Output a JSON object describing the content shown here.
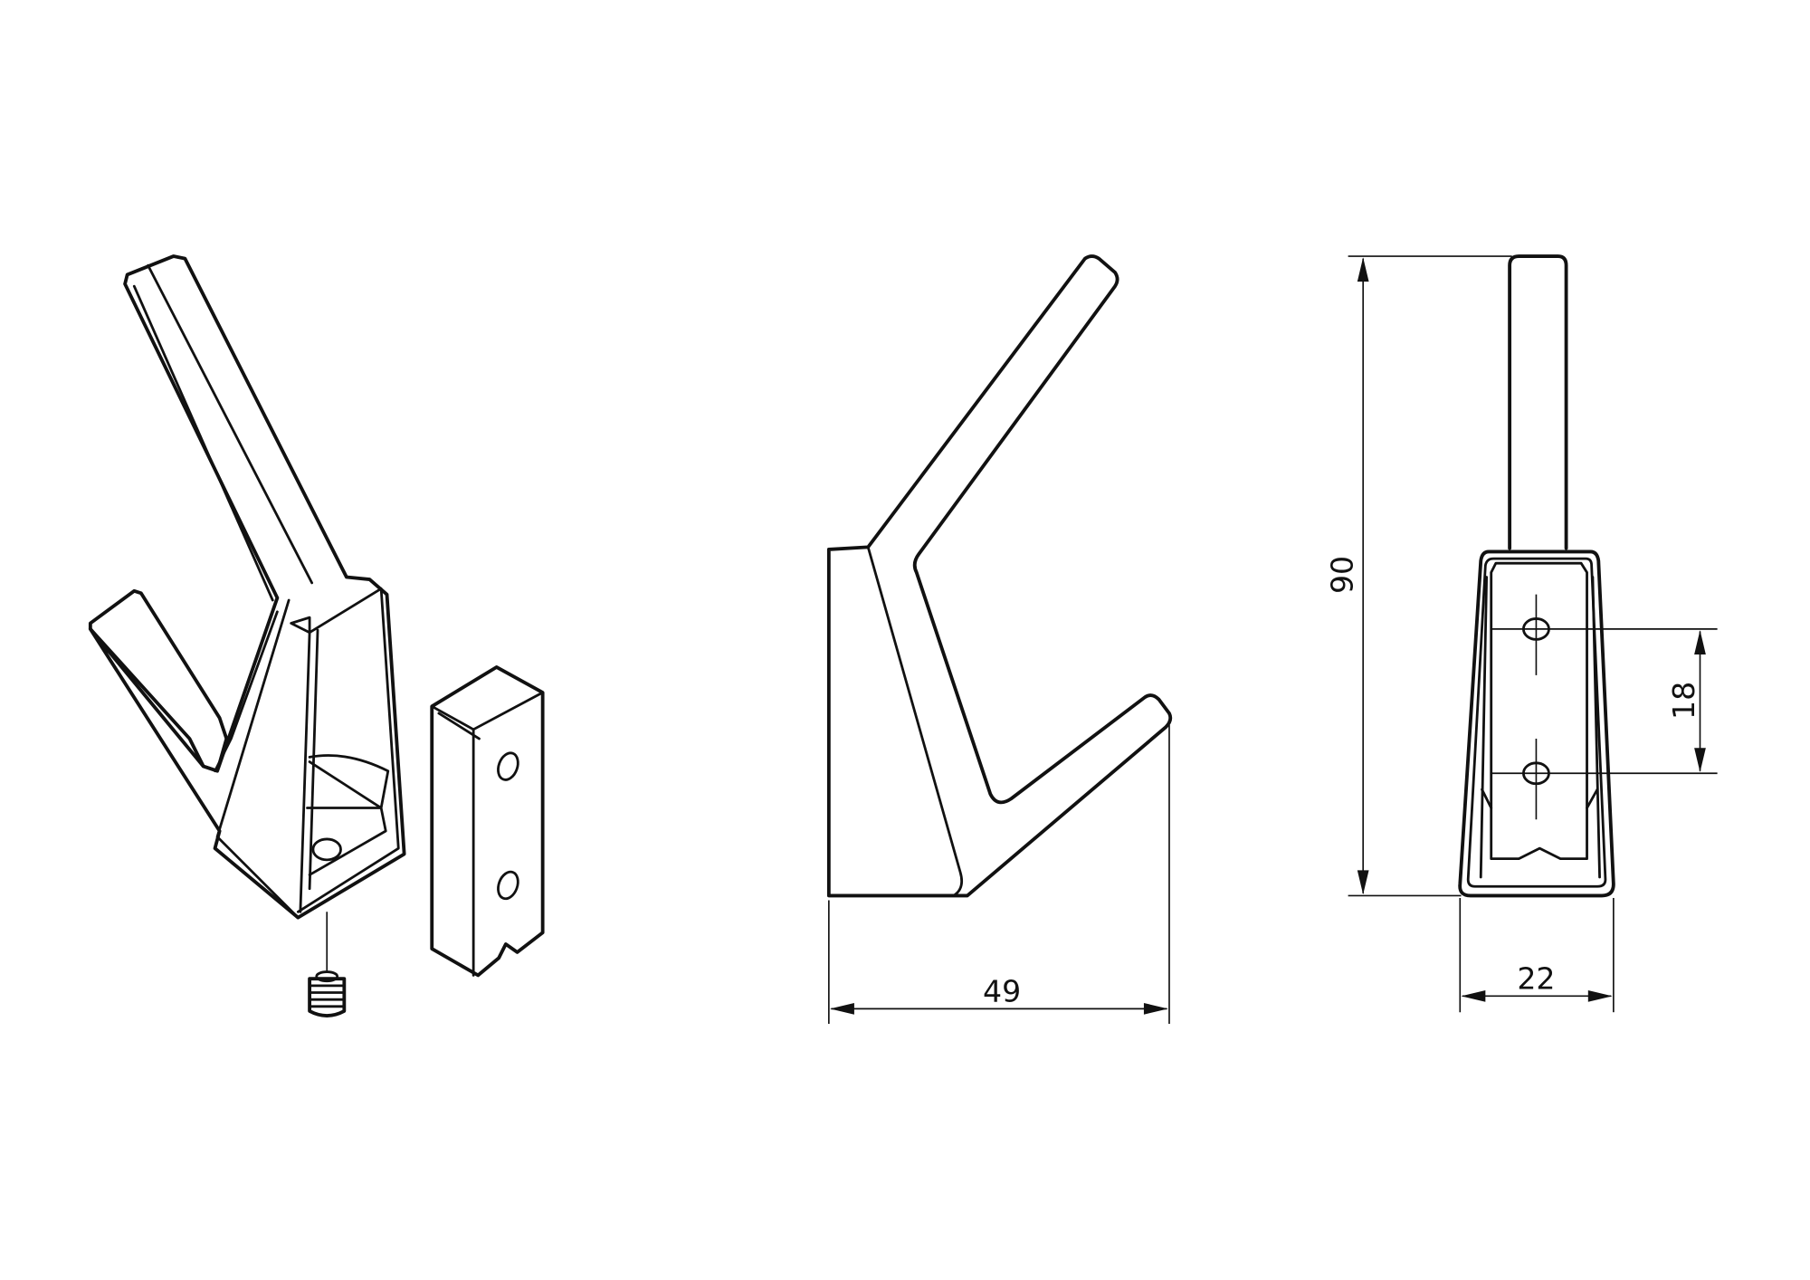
{
  "drawing": {
    "views": [
      "isometric-exploded",
      "side",
      "front"
    ],
    "dimensions": {
      "width_side": "49",
      "height": "90",
      "hole_spacing": "18",
      "width_front": "22"
    },
    "colors": {
      "line": "#111111",
      "background": "#ffffff"
    }
  }
}
